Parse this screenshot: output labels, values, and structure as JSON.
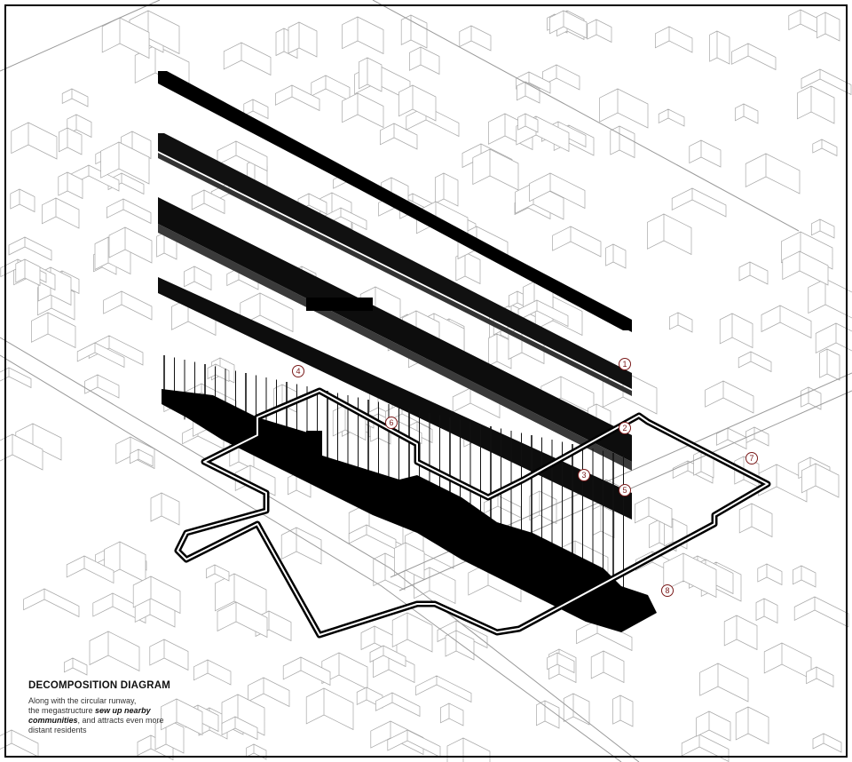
{
  "caption": {
    "title": "DECOMPOSITION DIAGRAM",
    "line1": "Along with the circular runway,",
    "line2_pre": "the megastructure ",
    "line2_em": "sew up nearby",
    "line3_em": "communities",
    "line3_post": ", and attracts even more",
    "line4": "distant residents"
  },
  "markers": [
    "1",
    "2",
    "3",
    "4",
    "5",
    "6",
    "7",
    "8"
  ],
  "colors": {
    "structure": "#000000",
    "marker": "#7a1a1a",
    "city_lines": "#8a8a8a",
    "background": "#ffffff"
  }
}
